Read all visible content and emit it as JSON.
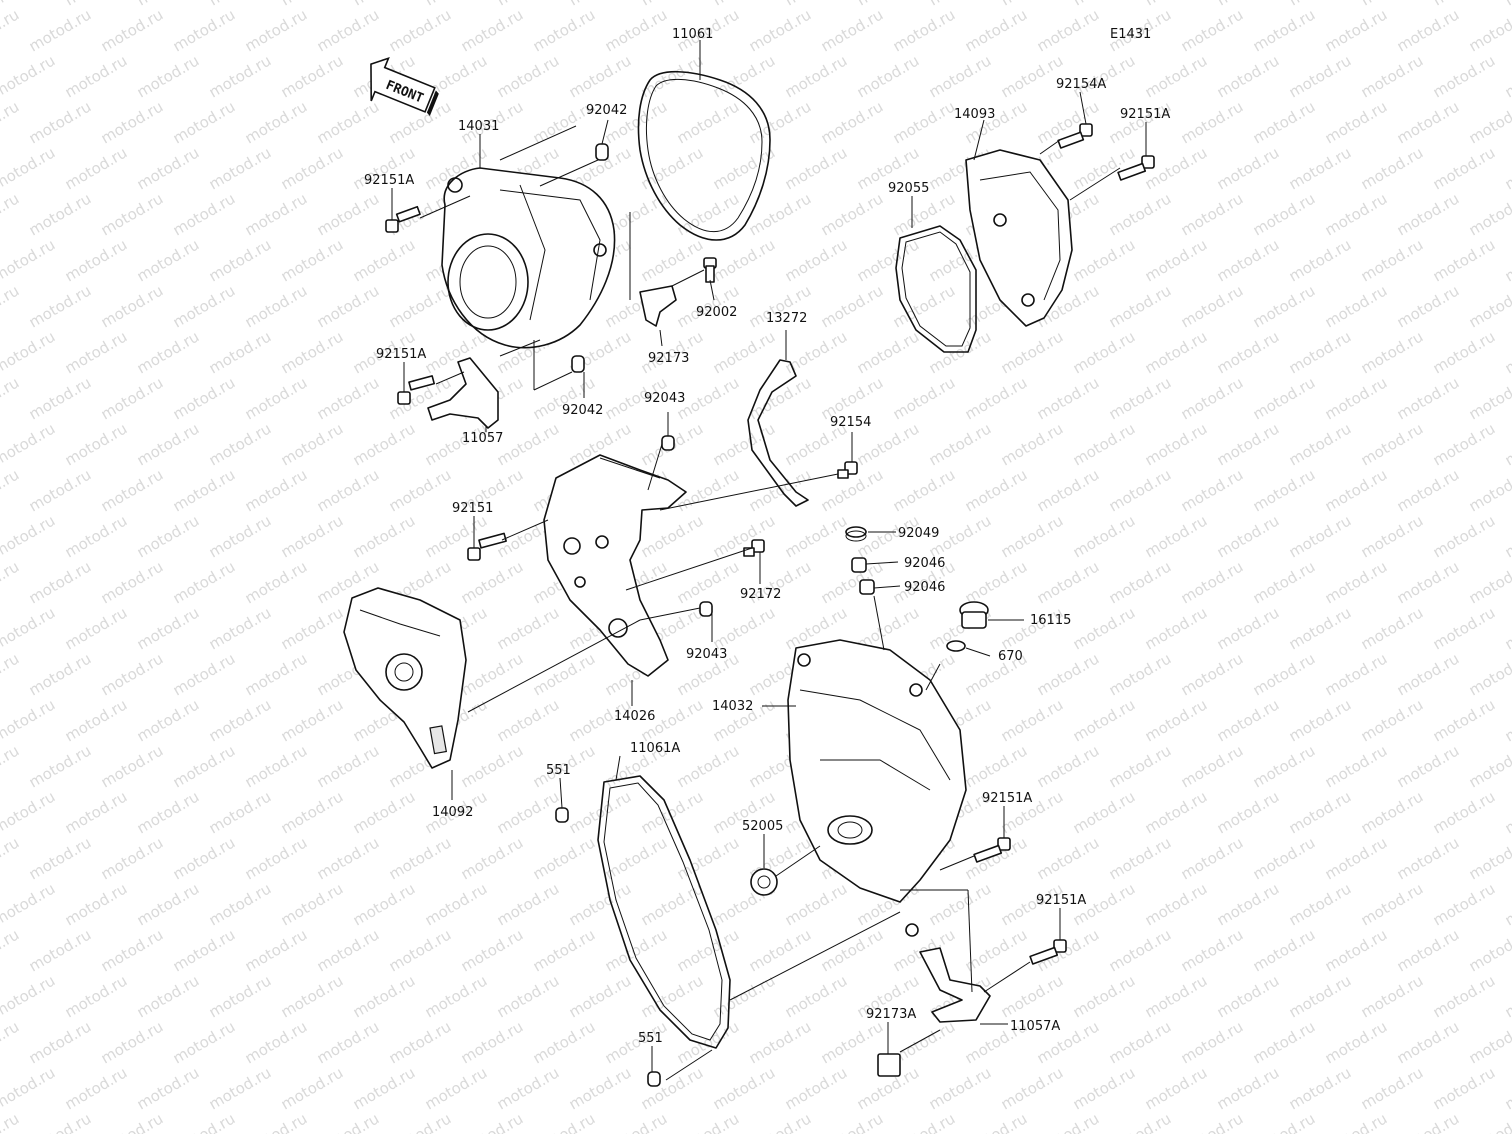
{
  "diagram": {
    "code": "E1431",
    "watermark": "motod.ru",
    "front_label": "FRONT",
    "parts": {
      "p11061": "11061",
      "p92042_top": "92042",
      "p14031": "14031",
      "p92151A_1": "92151A",
      "p92002": "92002",
      "p92173": "92173",
      "p92151A_2": "92151A",
      "p92042_bot": "92042",
      "p11057": "11057",
      "p92043_top": "92043",
      "p13272": "13272",
      "p92154": "92154",
      "p92151": "92151",
      "p92172": "92172",
      "p92043_bot": "92043",
      "p14026": "14026",
      "p14092": "14092",
      "p14093": "14093",
      "p92154A": "92154A",
      "p92151A_3": "92151A",
      "p92055": "92055",
      "p92049": "92049",
      "p92046_a": "92046",
      "p92046_b": "92046",
      "p16115": "16115",
      "p670": "670",
      "p14032": "14032",
      "p11061A": "11061A",
      "p551_top": "551",
      "p52005": "52005",
      "p92151A_4": "92151A",
      "p92151A_5": "92151A",
      "p92173A": "92173A",
      "p11057A": "11057A",
      "p551_bot": "551"
    }
  }
}
